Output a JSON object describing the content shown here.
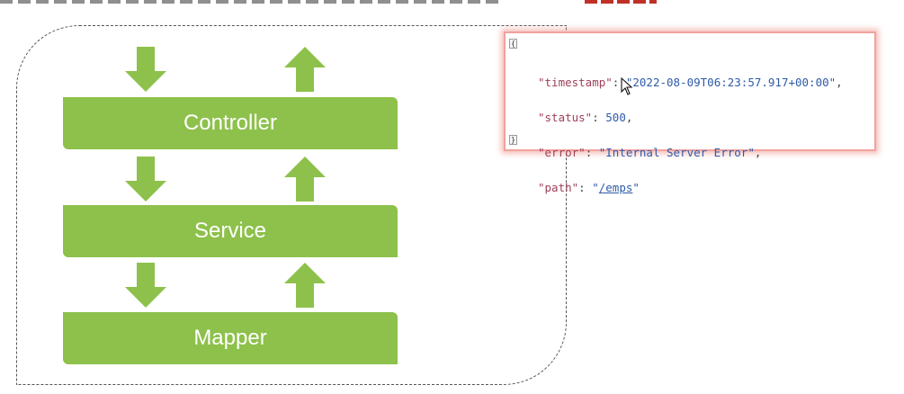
{
  "layers": {
    "controller": "Controller",
    "service": "Service",
    "mapper": "Mapper"
  },
  "json_response": {
    "open_brace": "{",
    "close_brace": "}",
    "timestamp_key": "\"timestamp\"",
    "timestamp_value": "\"2022-08-09T06:23:57.917+00:00\"",
    "status_key": "\"status\"",
    "status_value": "500",
    "error_key": "\"error\"",
    "error_value": "\"Internal Server Error\"",
    "path_key": "\"path\"",
    "path_value": "/emps"
  },
  "colors": {
    "layer_green": "#8dc14b",
    "panel_border": "#f1a29c",
    "json_key": "#a0405a",
    "json_value": "#2f5aa8"
  },
  "icons": {
    "down": "arrow-down-icon",
    "up": "arrow-up-icon",
    "cursor": "mouse-pointer-icon"
  }
}
